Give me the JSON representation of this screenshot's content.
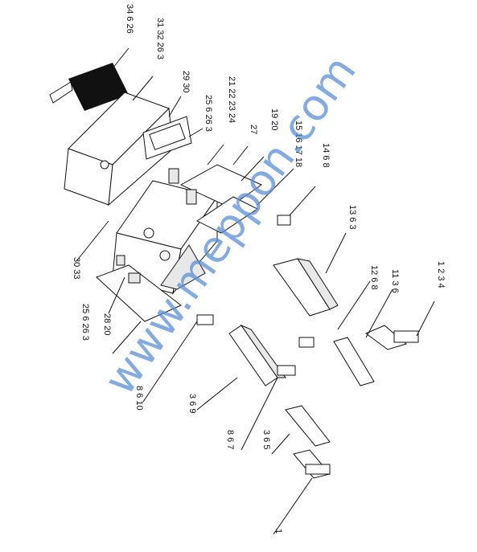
{
  "watermark": "www.meppon.com",
  "callouts": [
    "34 6 26",
    "31 32 26 3",
    "29 30",
    "25 6 26 3",
    "21 22 23 24",
    "27",
    "19 20",
    "15 16 17 18",
    "14 6 8",
    "13 6 3",
    "12 6 8",
    "11 3 6",
    "1 2 3 4",
    "30 33",
    "25 6 26 3",
    "28 20",
    "8 6 10",
    "3 6 9",
    "8 6 7",
    "3 6 5",
    "1"
  ]
}
